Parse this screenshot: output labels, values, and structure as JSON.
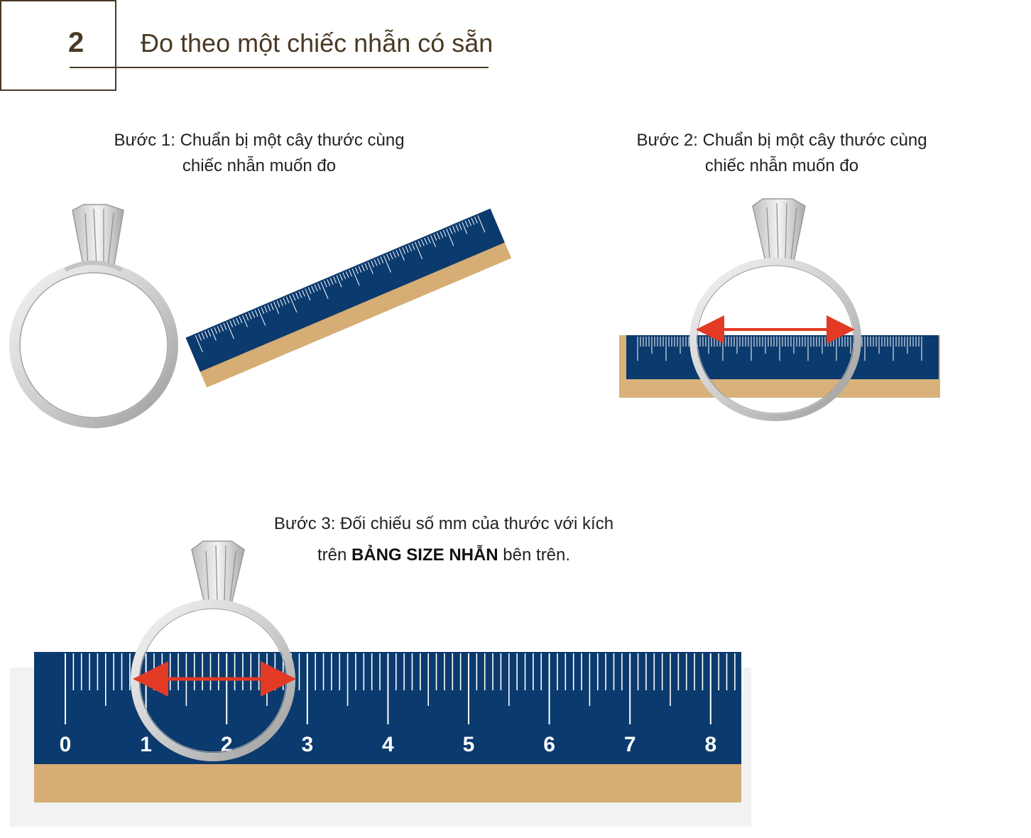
{
  "header": {
    "step_number": "2",
    "title": "Đo theo một chiếc nhẫn có sẵn"
  },
  "steps": [
    {
      "line1": "Bước 1: Chuẩn bị một cây thước cùng",
      "line2": "chiếc nhẫn muốn đo"
    },
    {
      "line1": "Bước 2: Chuẩn bị một cây thước cùng",
      "line2": "chiếc nhẫn muốn đo"
    },
    {
      "line1": "Bước 3: Đối chiếu số mm của thước với kích",
      "line2_prefix": "trên ",
      "line2_bold": "BẢNG SIZE NHẪN",
      "line2_suffix": " bên trên."
    }
  ],
  "ruler_labels": [
    "0",
    "1",
    "2",
    "3",
    "4",
    "5",
    "6",
    "7",
    "8"
  ],
  "colors": {
    "ruler_blue": "#0b3a6e",
    "ruler_wood": "#d6ad74",
    "arrow_red": "#e23a25",
    "brown": "#4a3a24"
  }
}
